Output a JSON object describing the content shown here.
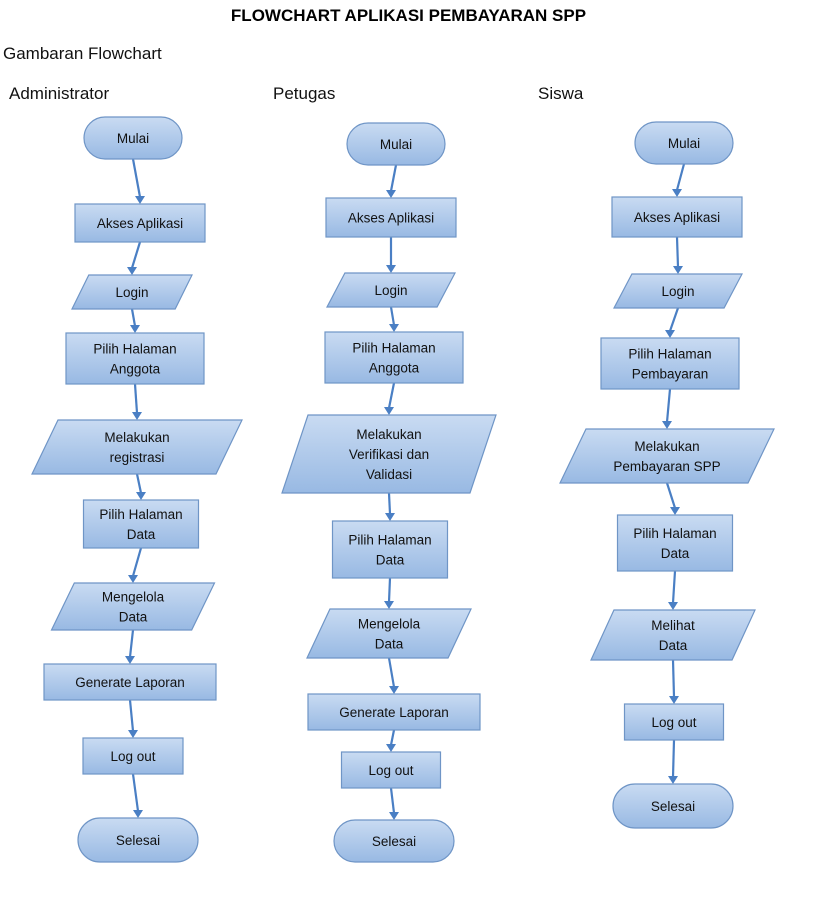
{
  "title": "FLOWCHART APLIKASI PEMBAYARAN SPP",
  "subtitle": "Gambaran Flowchart",
  "lanes": [
    {
      "label": "Administrator",
      "steps": [
        {
          "text": "Mulai",
          "shape": "terminator"
        },
        {
          "text": "Akses Aplikasi",
          "shape": "process"
        },
        {
          "text": "Login",
          "shape": "io"
        },
        {
          "text": "Pilih Halaman\nAnggota",
          "shape": "process"
        },
        {
          "text": "Melakukan\nregistrasi",
          "shape": "io"
        },
        {
          "text": "Pilih Halaman\nData",
          "shape": "process"
        },
        {
          "text": "Mengelola\nData",
          "shape": "io"
        },
        {
          "text": "Generate Laporan",
          "shape": "process"
        },
        {
          "text": "Log out",
          "shape": "process"
        },
        {
          "text": "Selesai",
          "shape": "terminator"
        }
      ]
    },
    {
      "label": "Petugas",
      "steps": [
        {
          "text": "Mulai",
          "shape": "terminator"
        },
        {
          "text": "Akses Aplikasi",
          "shape": "process"
        },
        {
          "text": "Login",
          "shape": "io"
        },
        {
          "text": "Pilih Halaman\nAnggota",
          "shape": "process"
        },
        {
          "text": "Melakukan\nVerifikasi dan\nValidasi",
          "shape": "io"
        },
        {
          "text": "Pilih Halaman\nData",
          "shape": "process"
        },
        {
          "text": "Mengelola\nData",
          "shape": "io"
        },
        {
          "text": "Generate Laporan",
          "shape": "process"
        },
        {
          "text": "Log out",
          "shape": "process"
        },
        {
          "text": "Selesai",
          "shape": "terminator"
        }
      ]
    },
    {
      "label": "Siswa",
      "steps": [
        {
          "text": "Mulai",
          "shape": "terminator"
        },
        {
          "text": "Akses Aplikasi",
          "shape": "process"
        },
        {
          "text": "Login",
          "shape": "io"
        },
        {
          "text": "Pilih Halaman\nPembayaran",
          "shape": "process"
        },
        {
          "text": "Melakukan\nPembayaran SPP",
          "shape": "io"
        },
        {
          "text": "Pilih Halaman\nData",
          "shape": "process"
        },
        {
          "text": "Melihat\nData",
          "shape": "io"
        },
        {
          "text": "Log out",
          "shape": "process"
        },
        {
          "text": "Selesai",
          "shape": "terminator"
        }
      ]
    }
  ]
}
